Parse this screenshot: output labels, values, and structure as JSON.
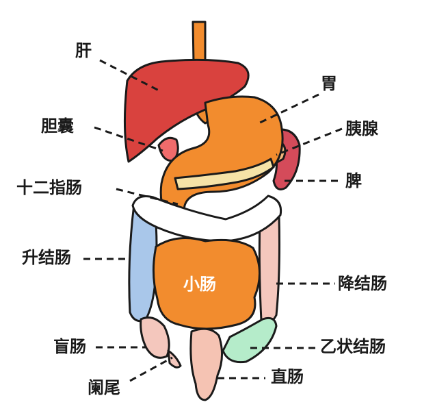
{
  "labels": {
    "liver": "肝",
    "stomach": "胃",
    "gallbladder": "胆囊",
    "pancreas": "胰腺",
    "duodenum": "十二指肠",
    "spleen": "脾",
    "ascending_colon": "升结肠",
    "small_intestine": "小肠",
    "descending_colon": "降结肠",
    "cecum": "盲肠",
    "sigmoid_colon": "乙状结肠",
    "appendix": "阑尾",
    "rectum": "直肠"
  },
  "colors": {
    "liver": "#d9423e",
    "stomach": "#f28c2e",
    "spleen": "#d44b5a",
    "pancreas": "#f2b77c",
    "transverse_colon": "#ffffff",
    "ascending_colon": "#a9c7ea",
    "descending_colon": "#f4c7bd",
    "sigmoid_colon": "#b5ecca",
    "rectum": "#f5c3b3",
    "outline": "#1a1a1a"
  }
}
